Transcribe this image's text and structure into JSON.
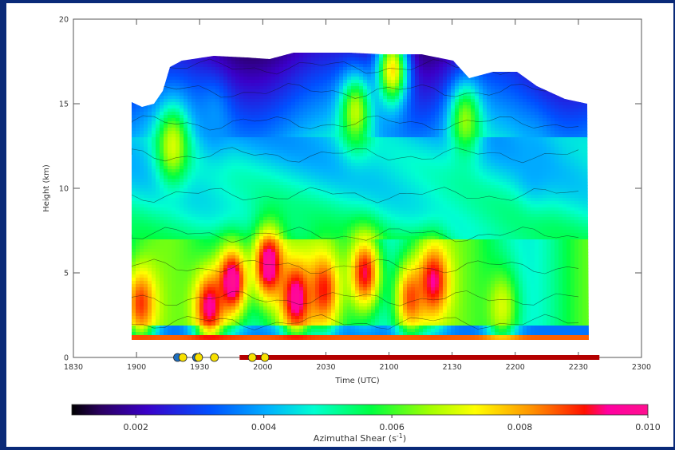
{
  "chart_data": {
    "type": "heatmap",
    "xlabel": "Time (UTC)",
    "ylabel": "Height (km)",
    "x_ticks": [
      "1830",
      "1900",
      "1930",
      "2000",
      "2030",
      "2100",
      "2130",
      "2200",
      "2230",
      "2300"
    ],
    "y_ticks": [
      "0",
      "5",
      "10",
      "15",
      "20"
    ],
    "ylim": [
      0,
      20
    ],
    "colorbar": {
      "label": "Azimuthal Shear (s",
      "label_sup": "-1",
      "label_close": ")",
      "ticks": [
        "0.002",
        "0.004",
        "0.006",
        "0.008",
        "0.010"
      ],
      "range": [
        0.001,
        0.01
      ]
    },
    "data_extent": {
      "x_start": 17,
      "x_end": 3.4,
      "y_bottom": 1.0
    },
    "markers": {
      "blue": [
        19.5,
        28.5
      ],
      "yellow": [
        22,
        29.5,
        37,
        55,
        61
      ],
      "bar_start": 49,
      "bar_end": 220
    },
    "blob_cells": [
      {
        "t": 0.02,
        "h": 3.2,
        "v": 0.0088
      },
      {
        "t": 0.09,
        "h": 12.5,
        "v": 0.007
      },
      {
        "t": 0.17,
        "h": 3.0,
        "v": 0.0095
      },
      {
        "t": 0.22,
        "h": 4.5,
        "v": 0.01
      },
      {
        "t": 0.3,
        "h": 5.5,
        "v": 0.01
      },
      {
        "t": 0.36,
        "h": 3.5,
        "v": 0.0098
      },
      {
        "t": 0.42,
        "h": 4.0,
        "v": 0.009
      },
      {
        "t": 0.51,
        "h": 5.0,
        "v": 0.0092
      },
      {
        "t": 0.61,
        "h": 3.5,
        "v": 0.0086
      },
      {
        "t": 0.66,
        "h": 4.5,
        "v": 0.0094
      },
      {
        "t": 0.81,
        "h": 3.0,
        "v": 0.007
      },
      {
        "t": 0.57,
        "h": 17.0,
        "v": 0.0075
      },
      {
        "t": 0.18,
        "h": 14.0,
        "v": 0.0038
      },
      {
        "t": 0.49,
        "h": 14.5,
        "v": 0.0068
      },
      {
        "t": 0.73,
        "h": 14.0,
        "v": 0.0065
      },
      {
        "t": 0.88,
        "h": 11.5,
        "v": 0.004
      }
    ]
  }
}
